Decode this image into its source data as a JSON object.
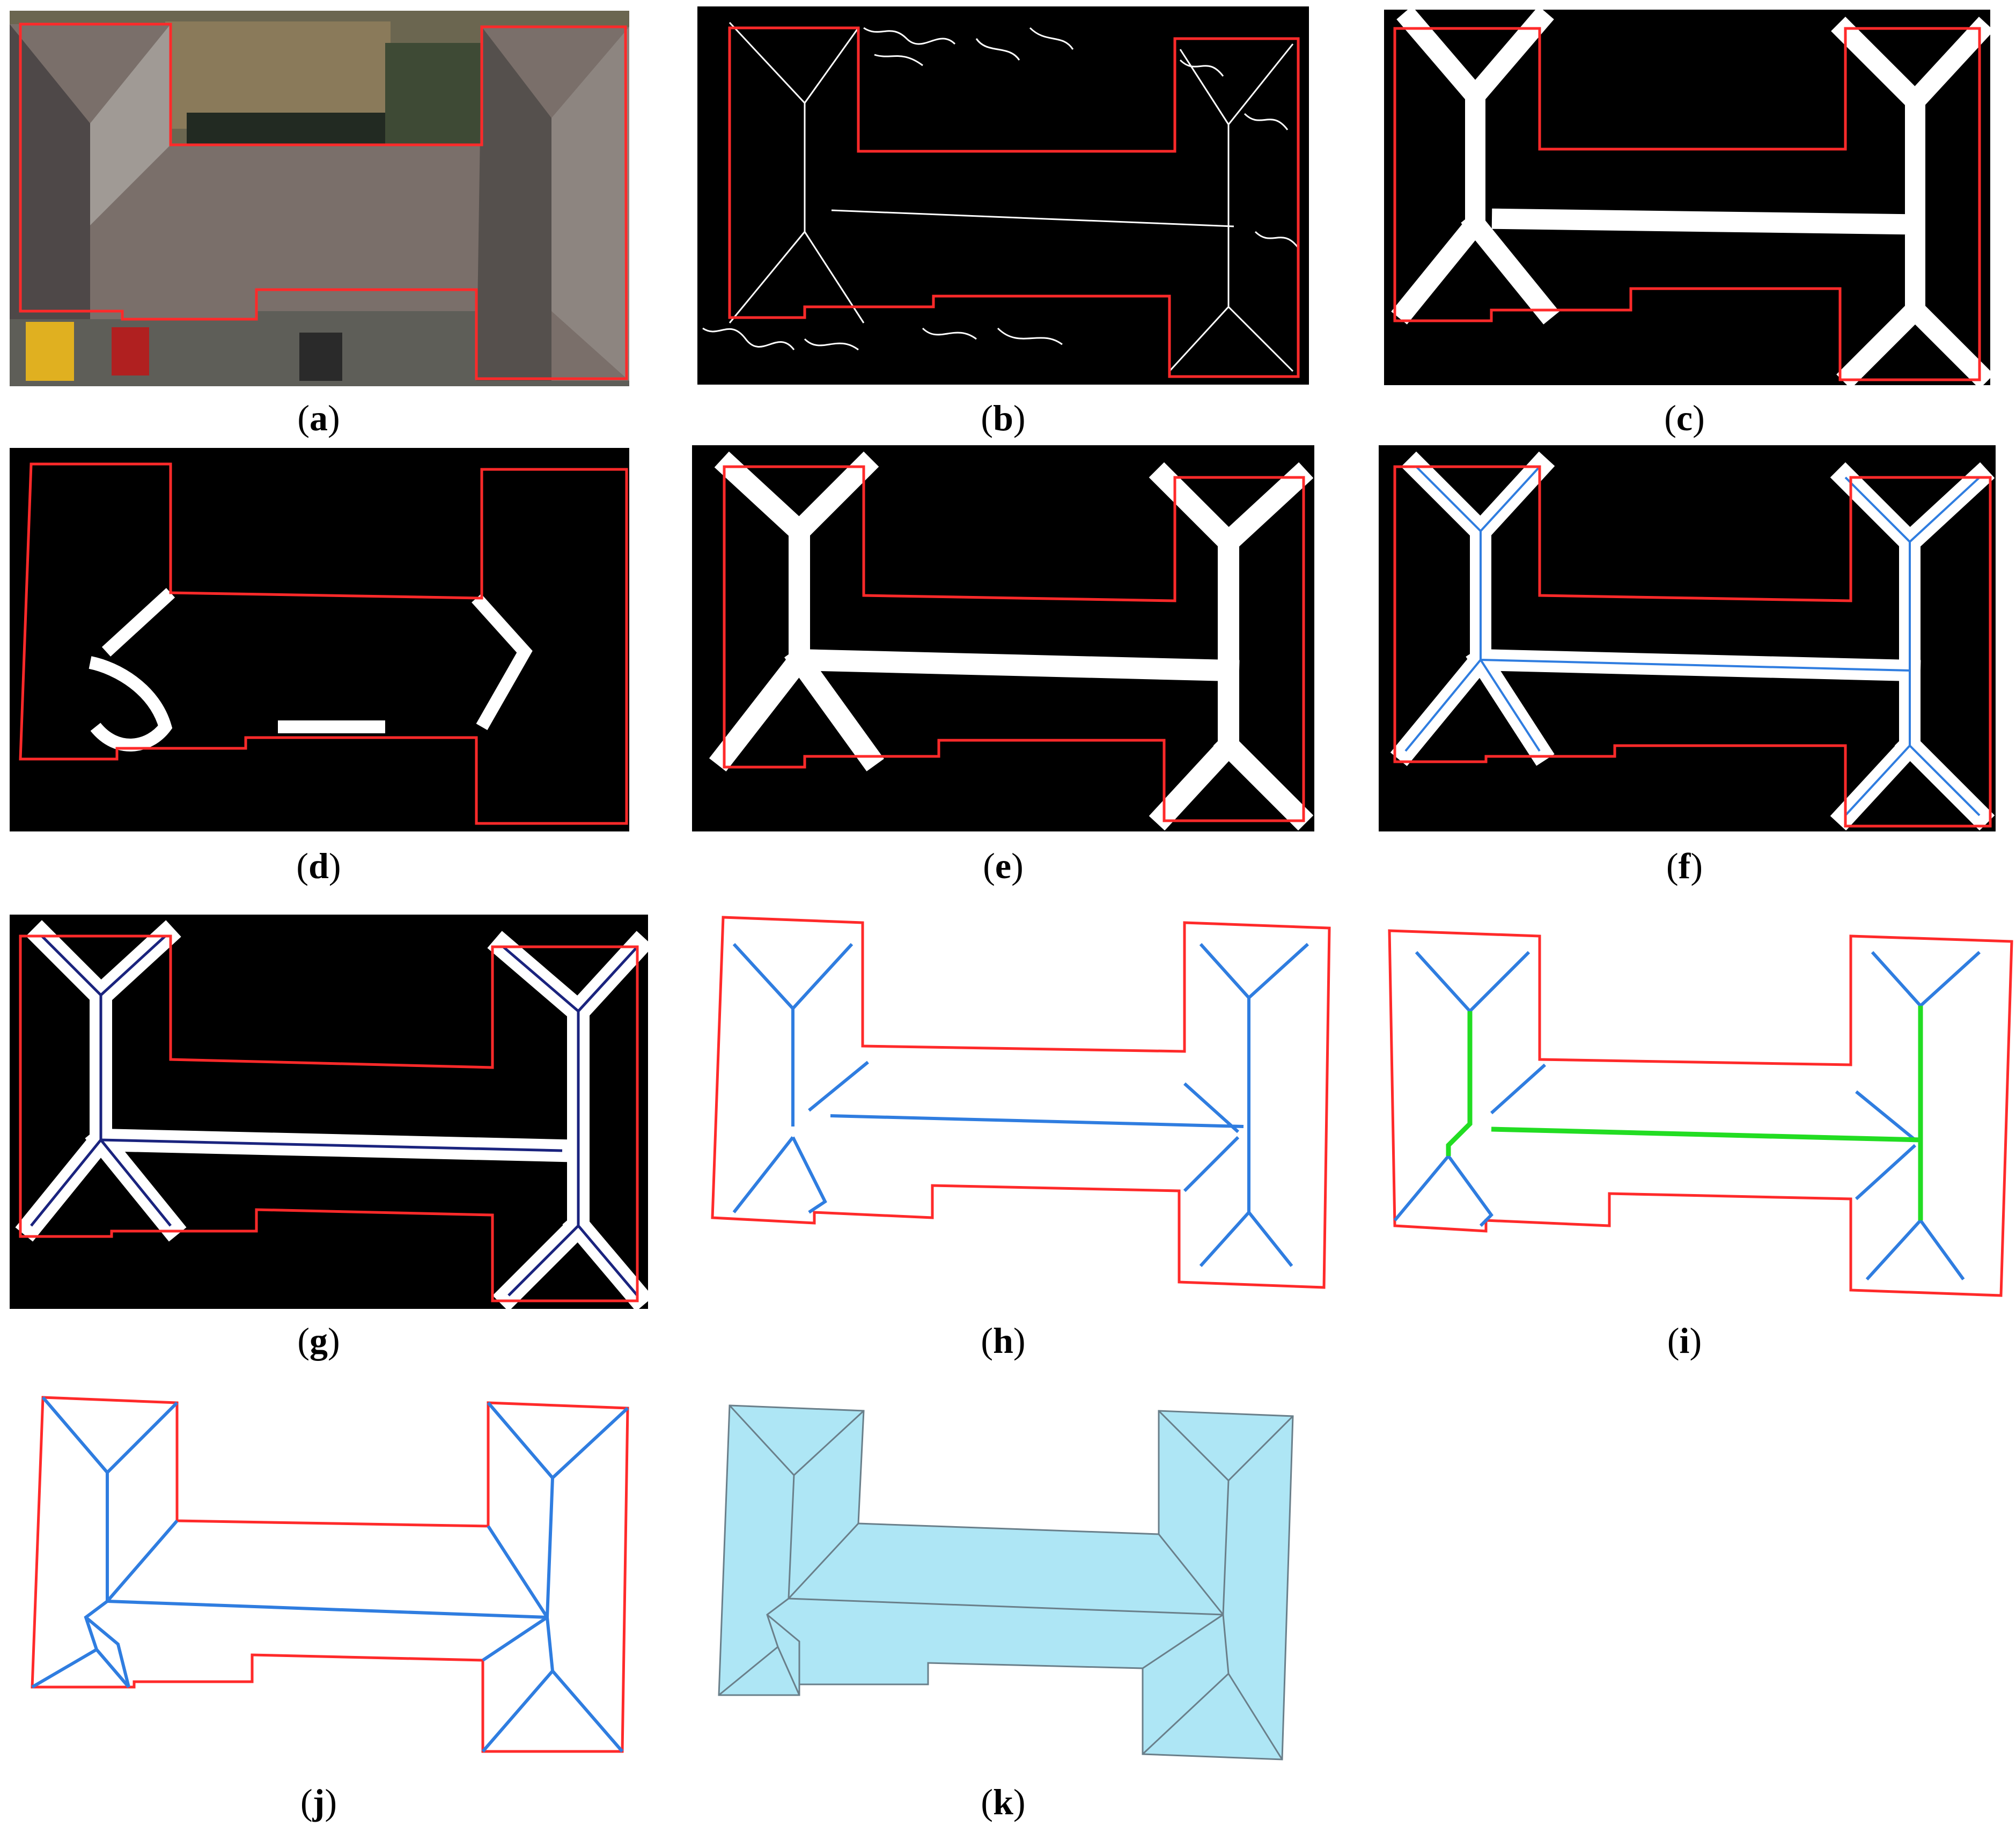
{
  "captions": {
    "a": "a",
    "b": "b",
    "c": "c",
    "d": "d",
    "e": "e",
    "f": "f",
    "g": "g",
    "h": "h",
    "i": "i",
    "j": "j",
    "k": "k"
  },
  "colors": {
    "outline": "#ff2a2a",
    "ridge_blue": "#2f7de0",
    "ridge_dark_blue": "#1a237e",
    "ridge_green": "#22dd22",
    "roof_fill": "#aee6f5",
    "roof_edge": "#6a7f8a",
    "mask_bg": "#000000",
    "mask_fg": "#ffffff"
  }
}
